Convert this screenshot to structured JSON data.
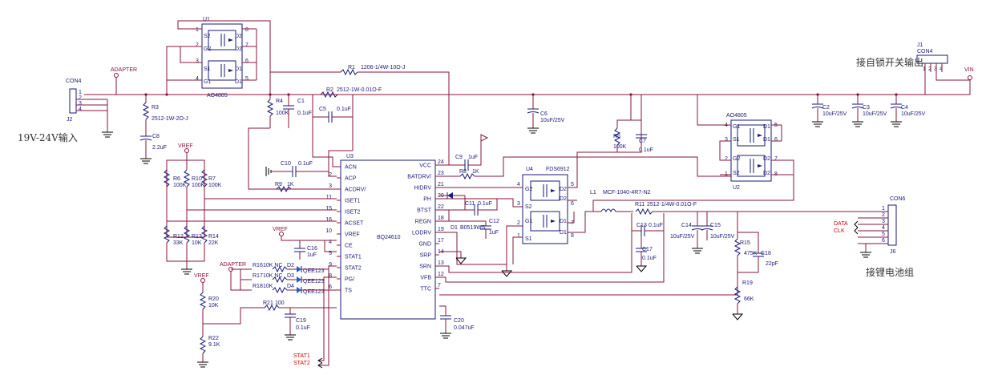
{
  "notes": {
    "vin_range": "19V-24V输入",
    "switch_output": "接自锁开关输出",
    "battery": "接锂电池组"
  },
  "nets": {
    "adapter_top": "ADAPTER",
    "adapter_led": "ADAPTER",
    "vin": "VIN",
    "vref1": "VREF",
    "vref2": "VREF",
    "vref3": "VREF",
    "stat1": "STAT1",
    "stat2": "STAT2",
    "data": "DATA",
    "clk": "CLK"
  },
  "ic": {
    "ref": "U3",
    "name": "BQ24610",
    "left_pins": [
      {
        "n": "",
        "name": "ACN"
      },
      {
        "n": "2",
        "name": "ACP"
      },
      {
        "n": "3",
        "name": "ACDRV/"
      },
      {
        "n": "11",
        "name": "ISET1"
      },
      {
        "n": "15",
        "name": "ISET2"
      },
      {
        "n": "16",
        "name": "ACSET"
      },
      {
        "n": "10",
        "name": "VREF"
      },
      {
        "n": "4",
        "name": "CE"
      },
      {
        "n": "5",
        "name": "STAT1"
      },
      {
        "n": "9",
        "name": "STAT2"
      },
      {
        "n": "8",
        "name": "PG/"
      },
      {
        "n": "6",
        "name": "TS"
      }
    ],
    "right_pins": [
      {
        "n": "24",
        "name": "VCC"
      },
      {
        "n": "23",
        "name": "BATDRV/"
      },
      {
        "n": "21",
        "name": "HIDRV"
      },
      {
        "n": "20",
        "name": "PH"
      },
      {
        "n": "22",
        "name": "BTST"
      },
      {
        "n": "18",
        "name": "REGN"
      },
      {
        "n": "19",
        "name": "LODRV"
      },
      {
        "n": "17",
        "name": "GND"
      },
      {
        "n": "14",
        "name": "SRP"
      },
      {
        "n": "13",
        "name": "SRN"
      },
      {
        "n": "12",
        "name": "VFB"
      },
      {
        "n": "7",
        "name": "TTC"
      }
    ]
  },
  "mosfets": {
    "u1_ref": "U1",
    "u1_name": "AO4805",
    "u2_ref": "U2",
    "u2_name": "AO4805",
    "u4_ref": "U4",
    "u4_name": "FDS6912",
    "u1_pins": [
      "1",
      "2",
      "3",
      "4",
      "8",
      "7",
      "6",
      "5"
    ],
    "u2_pins": [
      "4",
      "3",
      "2",
      "1",
      "5",
      "6",
      "7",
      "8"
    ],
    "u4_pins": [
      "4",
      "3",
      "2",
      "1",
      "5",
      "6",
      "7",
      "8"
    ],
    "s2": "S2",
    "g2": "G2",
    "d2": "D2",
    "s1": "S1",
    "g1": "G1",
    "d1": "D1"
  },
  "connectors": {
    "j2_ref": "J2",
    "j2_name": "CON4",
    "j2_pins": [
      "1",
      "2",
      "3",
      "4"
    ],
    "j1_ref": "J1",
    "j1_name": "CON4",
    "j1_pins": [
      "1",
      "2",
      "3",
      "4"
    ],
    "j6_ref": "J6",
    "j6_name": "CON6",
    "j6_pins": [
      "1",
      "2",
      "3",
      "4",
      "5",
      "6"
    ]
  },
  "parts": {
    "R1": {
      "ref": "R1",
      "value": "1206-1/4W-10O-J"
    },
    "R2": {
      "ref": "R2",
      "value": "2512-1W-0.01O-F"
    },
    "R3": {
      "ref": "R3",
      "value": "2512-1W-2O-J"
    },
    "R4": {
      "ref": "R4",
      "value": "100K"
    },
    "R5": {
      "ref": "R5",
      "value": "100K"
    },
    "R6": {
      "ref": "R6",
      "value": "100K"
    },
    "R7": {
      "ref": "R7",
      "value": "100K"
    },
    "R8": {
      "ref": "R8",
      "value": "1K"
    },
    "R9": {
      "ref": "R9",
      "value": "1K"
    },
    "R10": {
      "ref": "R10",
      "value": "100K"
    },
    "R11": {
      "ref": "R11",
      "value": "2512-1/4W-0.01O-F"
    },
    "R12": {
      "ref": "R12",
      "value": "33K"
    },
    "R13": {
      "ref": "R13",
      "value": "10K"
    },
    "R14": {
      "ref": "R14",
      "value": "22K"
    },
    "R15": {
      "ref": "R15",
      "value": "475K"
    },
    "R16": {
      "ref": "R16",
      "value": "10K NC"
    },
    "R17": {
      "ref": "R17",
      "value": "10K NC"
    },
    "R18": {
      "ref": "R18",
      "value": "10K"
    },
    "R19": {
      "ref": "R19",
      "value": "66K"
    },
    "R20": {
      "ref": "R20",
      "value": "10K"
    },
    "R21": {
      "ref": "R21",
      "value": "100"
    },
    "R22": {
      "ref": "R22",
      "value": "9.1K"
    },
    "C1": {
      "ref": "C1",
      "value": "0.1uF"
    },
    "C2": {
      "ref": "C2",
      "value": "10uF/25V"
    },
    "C3": {
      "ref": "C3",
      "value": "10uF/25V"
    },
    "C4": {
      "ref": "C4",
      "value": "10uF/25V"
    },
    "C5": {
      "ref": "C5",
      "value": "0.1uF"
    },
    "C6": {
      "ref": "C6",
      "value": "10uF/25V"
    },
    "C7": {
      "ref": "C7",
      "value": "0.1uF"
    },
    "C8": {
      "ref": "C8",
      "value": "2.2uF"
    },
    "C9": {
      "ref": "C9",
      "value": "1uF"
    },
    "C10": {
      "ref": "C10",
      "value": "0.1uF"
    },
    "C11": {
      "ref": "C11",
      "value": "0.1uF"
    },
    "C12": {
      "ref": "C12",
      "value": "1uF"
    },
    "C13": {
      "ref": "C13",
      "value": "0.1uF"
    },
    "C14": {
      "ref": "C14",
      "value": "10uF/25V"
    },
    "C15": {
      "ref": "C15",
      "value": "10uF/25V"
    },
    "C16": {
      "ref": "C16",
      "value": "1uF"
    },
    "C17": {
      "ref": "C17",
      "value": "0.1uF"
    },
    "C18": {
      "ref": "C18",
      "value": "22pF"
    },
    "C19": {
      "ref": "C19",
      "value": "0.1uF"
    },
    "C20": {
      "ref": "C20",
      "value": "0.047uF"
    },
    "L1": {
      "ref": "L1",
      "value": "MCF-1040-4R7-N2"
    },
    "D1": {
      "ref": "D1",
      "value": "B0519WS"
    },
    "D2": {
      "ref": "D2",
      "value": "QEE123"
    },
    "D3": {
      "ref": "D3",
      "value": "QEE123"
    },
    "D4": {
      "ref": "D4",
      "value": "QEE123"
    }
  },
  "colors": {
    "wire": "#8a1538",
    "part": "#1a1a7a",
    "net_label": "#d40000"
  }
}
